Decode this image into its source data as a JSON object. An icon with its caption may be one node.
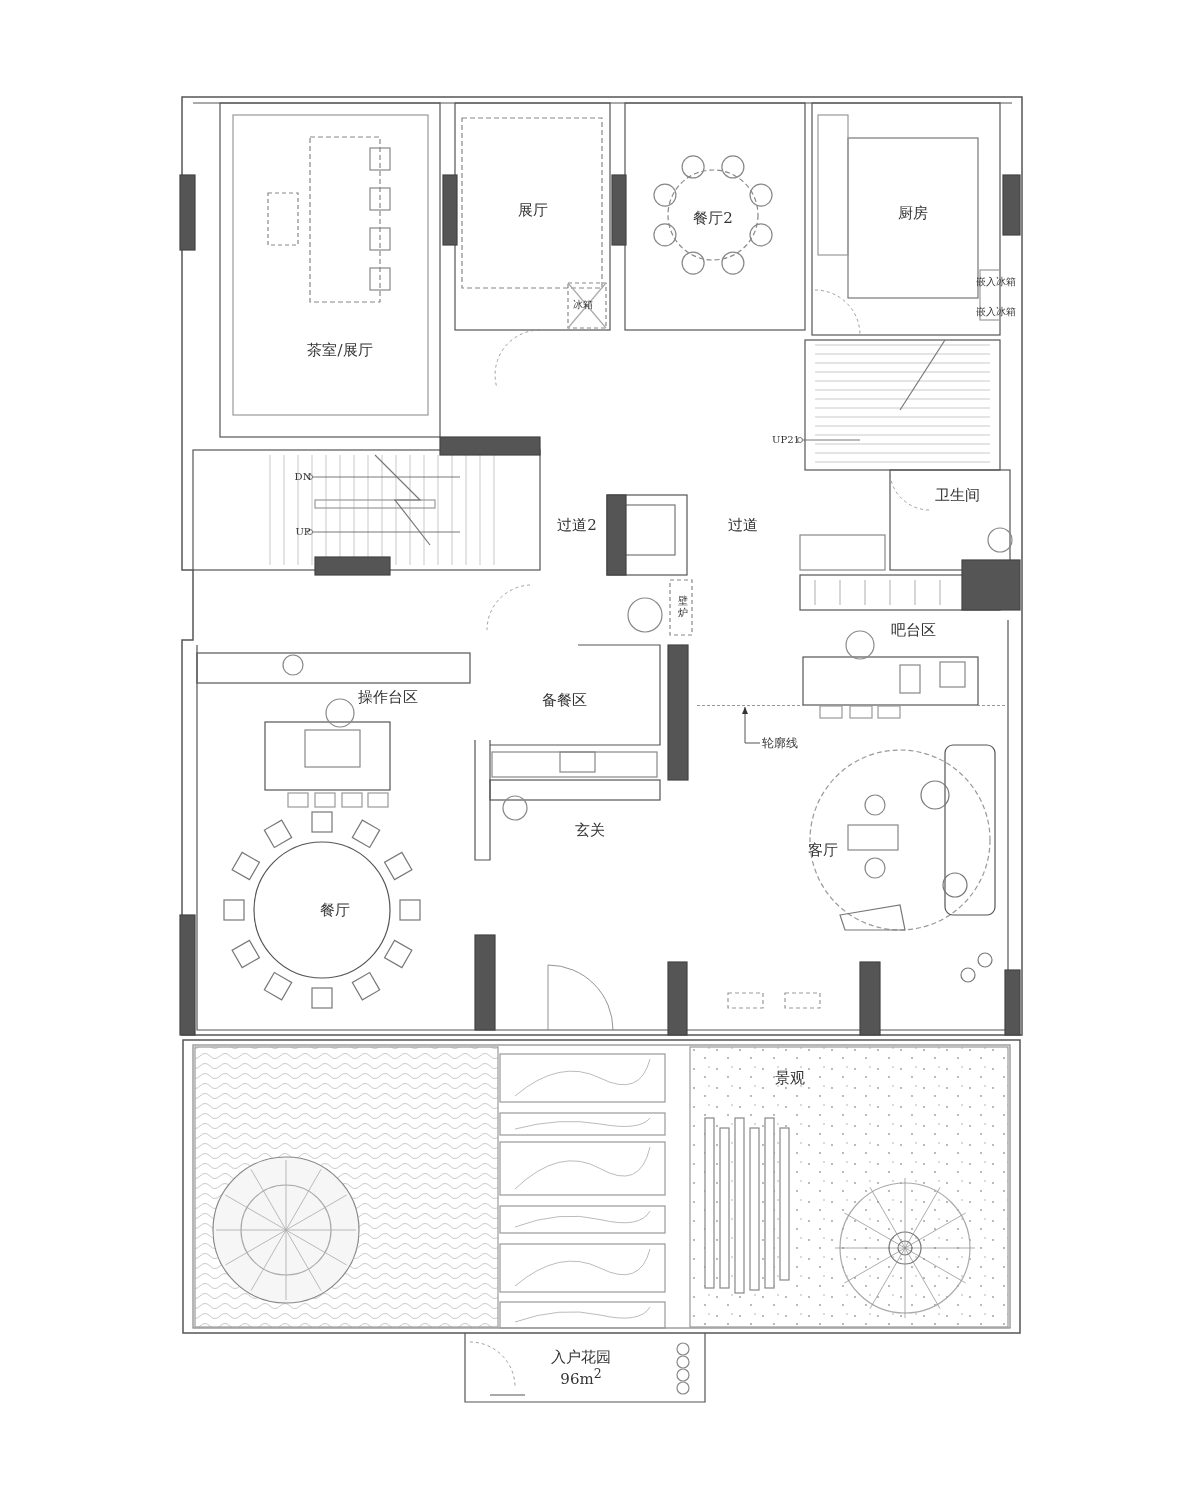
{
  "diagram": {
    "nodes": [
      {
        "text": [
          "轮廓线"
        ]
      },
      {
        "text": [],
        "shape": "line"
      }
    ],
    "edges": [
      {
        "from": 0,
        "to": 1,
        "arrow": "to"
      }
    ],
    "labels": [
      "展厅",
      "餐厅2",
      "厨房",
      "冰箱",
      "嵌入冰箱",
      "嵌入冰箱",
      "茶室/展厅",
      "UP21",
      "DN",
      "卫生间",
      "过道2",
      "过道",
      "UP",
      "壁炉",
      "吧台区",
      "操作台区",
      "备餐区",
      "玄关",
      "客厅",
      "餐厅",
      "景观",
      "入户花园",
      "96m$^{2}$"
    ]
  }
}
